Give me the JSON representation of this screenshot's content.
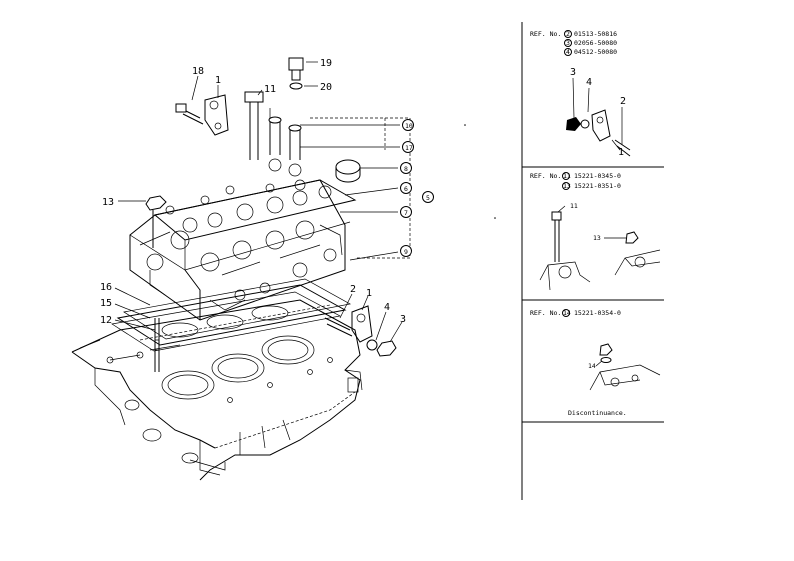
{
  "main_callouts": {
    "c18": "18",
    "c1a": "1",
    "c11": "11",
    "c19": "19",
    "c20": "20",
    "c10": "10",
    "c17": "17",
    "c8": "8",
    "c6": "6",
    "c5": "5",
    "c7": "7",
    "c9": "9",
    "c13": "13",
    "c16": "16",
    "c15": "15",
    "c12": "12",
    "c2": "2",
    "c1b": "1",
    "c4": "4",
    "c3": "3"
  },
  "panel1": {
    "ref_label": "REF. No.",
    "ref1_num": "2",
    "ref1_code": "01513-50816",
    "ref2_num": "3",
    "ref2_code": "02056-50080",
    "ref3_num": "4",
    "ref3_code": "04512-50080",
    "c3": "3",
    "c4": "4",
    "c2": "2",
    "c1": "1"
  },
  "panel2": {
    "ref_label": "REF. No.",
    "ref1_num": "11",
    "ref1_code": "15221-0345-0",
    "ref2_num": "13",
    "ref2_code": "15221-0351-0",
    "c11": "11",
    "c13": "13"
  },
  "panel3": {
    "ref_label": "REF. No.",
    "ref1_num": "14",
    "ref1_code": "15221-0354-0",
    "c14": "14",
    "note": "Discontinuance."
  }
}
